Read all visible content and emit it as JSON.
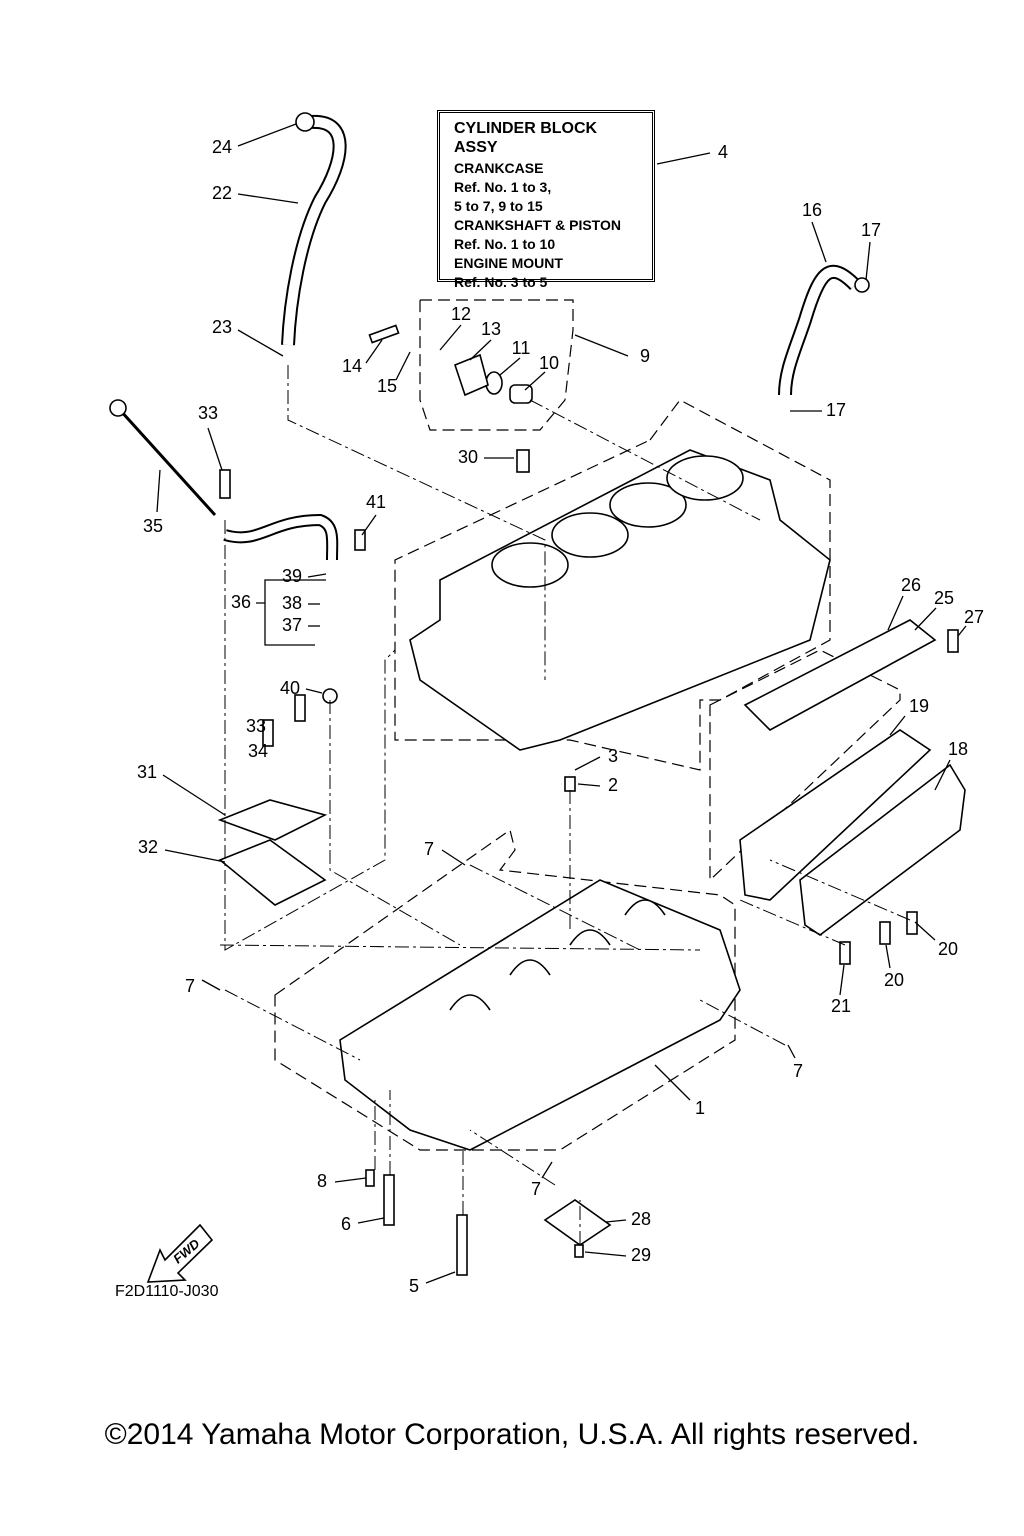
{
  "info_box": {
    "title": "CYLINDER BLOCK ASSY",
    "lines": [
      "CRANKCASE",
      "Ref. No. 1 to 3,",
      "5 to 7, 9 to 15",
      "CRANKSHAFT & PISTON",
      "Ref. No. 1 to 10",
      "ENGINE MOUNT",
      "Ref. No. 3 to 5"
    ]
  },
  "callouts": [
    "24",
    "22",
    "23",
    "14",
    "15",
    "12",
    "13",
    "11",
    "10",
    "9",
    "4",
    "16",
    "17",
    "17",
    "33",
    "35",
    "41",
    "30",
    "39",
    "36",
    "38",
    "37",
    "40",
    "26",
    "25",
    "27",
    "19",
    "18",
    "3",
    "2",
    "33",
    "34",
    "31",
    "32",
    "7",
    "20",
    "20",
    "21",
    "7",
    "7",
    "1",
    "8",
    "7",
    "6",
    "28",
    "29",
    "5"
  ],
  "fwd_label": "FWD",
  "diagram_code": "F2D1110-J030",
  "copyright": "©2014 Yamaha Motor Corporation, U.S.A. All rights reserved."
}
